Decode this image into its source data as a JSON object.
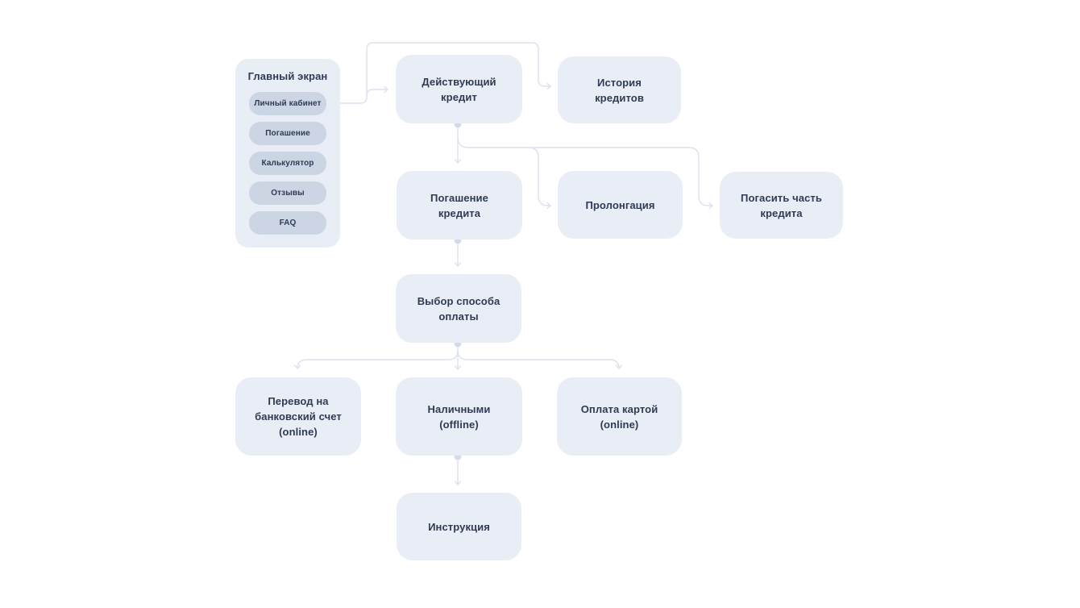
{
  "colors": {
    "node_fill": "#E9EDF5",
    "panel_fill": "#E9EEF6",
    "button_fill": "#CBD5E4",
    "text": "#2F3B54",
    "connector": "#DCE2EE",
    "dot": "#D4DBE8",
    "background": "#FFFFFF"
  },
  "panel": {
    "title": "Главный экран",
    "items": [
      "Личный кабинет",
      "Погашение",
      "Калькулятор",
      "Отзывы",
      "FAQ"
    ]
  },
  "nodes": {
    "active_credit": {
      "label": "Действующий\nкредит"
    },
    "credit_history": {
      "label": "История\nкредитов"
    },
    "credit_repayment": {
      "label": "Погашение\nкредита"
    },
    "prolongation": {
      "label": "Пролонгация"
    },
    "partial_repayment": {
      "label": "Погасить часть\nкредита"
    },
    "payment_method": {
      "label": "Выбор способа\nоплаты"
    },
    "bank_transfer": {
      "label": "Перевод на\nбанковский счет\n(online)"
    },
    "cash": {
      "label": "Наличными\n(offline)"
    },
    "card_payment": {
      "label": "Оплата картой\n(online)"
    },
    "instruction": {
      "label": "Инструкция"
    }
  },
  "edges": [
    {
      "from": "personal-account",
      "to": "active-credit"
    },
    {
      "from": "personal-account",
      "to": "credit-history"
    },
    {
      "from": "active-credit",
      "to": "credit-repayment"
    },
    {
      "from": "active-credit",
      "to": "prolongation"
    },
    {
      "from": "active-credit",
      "to": "partial-repayment"
    },
    {
      "from": "credit-repayment",
      "to": "payment-method"
    },
    {
      "from": "payment-method",
      "to": "bank-transfer"
    },
    {
      "from": "payment-method",
      "to": "cash"
    },
    {
      "from": "payment-method",
      "to": "card-payment"
    },
    {
      "from": "cash",
      "to": "instruction"
    }
  ]
}
